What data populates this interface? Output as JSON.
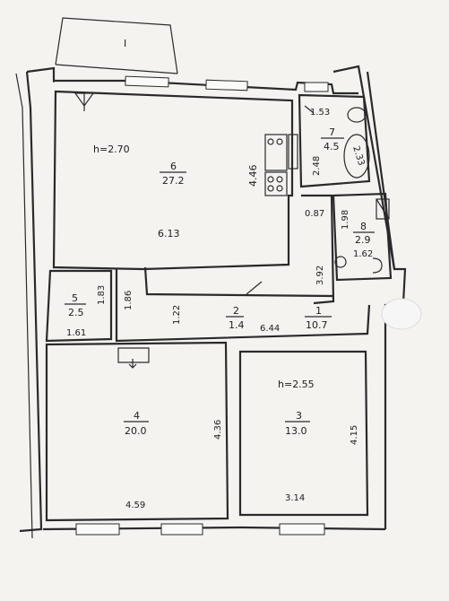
{
  "ceiling_heights": {
    "main": "h=2.70",
    "room3": "h=2.55"
  },
  "balcony": {
    "numeral": "I"
  },
  "rooms": [
    {
      "number": "6",
      "area": "27.2",
      "dims": [
        "6.13",
        "4.46"
      ]
    },
    {
      "number": "7",
      "area": "4.5",
      "dims": [
        "1.53",
        "2.48",
        "2.33"
      ]
    },
    {
      "number": "8",
      "area": "2.9",
      "dims": [
        "0.87",
        "1.98",
        "1.62"
      ]
    },
    {
      "number": "5",
      "area": "2.5",
      "dims": [
        "1.61",
        "1.83"
      ]
    },
    {
      "number": "2",
      "area": "1.4",
      "dims": [
        "1.86",
        "1.22"
      ]
    },
    {
      "number": "1",
      "area": "10.7",
      "dims": [
        "6.44",
        "3.92"
      ]
    },
    {
      "number": "4",
      "area": "20.0",
      "dims": [
        "4.59",
        "4.36"
      ]
    },
    {
      "number": "3",
      "area": "13.0",
      "dims": [
        "3.14",
        "4.15"
      ]
    }
  ],
  "colors": {
    "wall": "#2a2a2c",
    "paper": "#f4f3f0",
    "window": "#fafaf8",
    "blob": "#f6f6f6"
  }
}
